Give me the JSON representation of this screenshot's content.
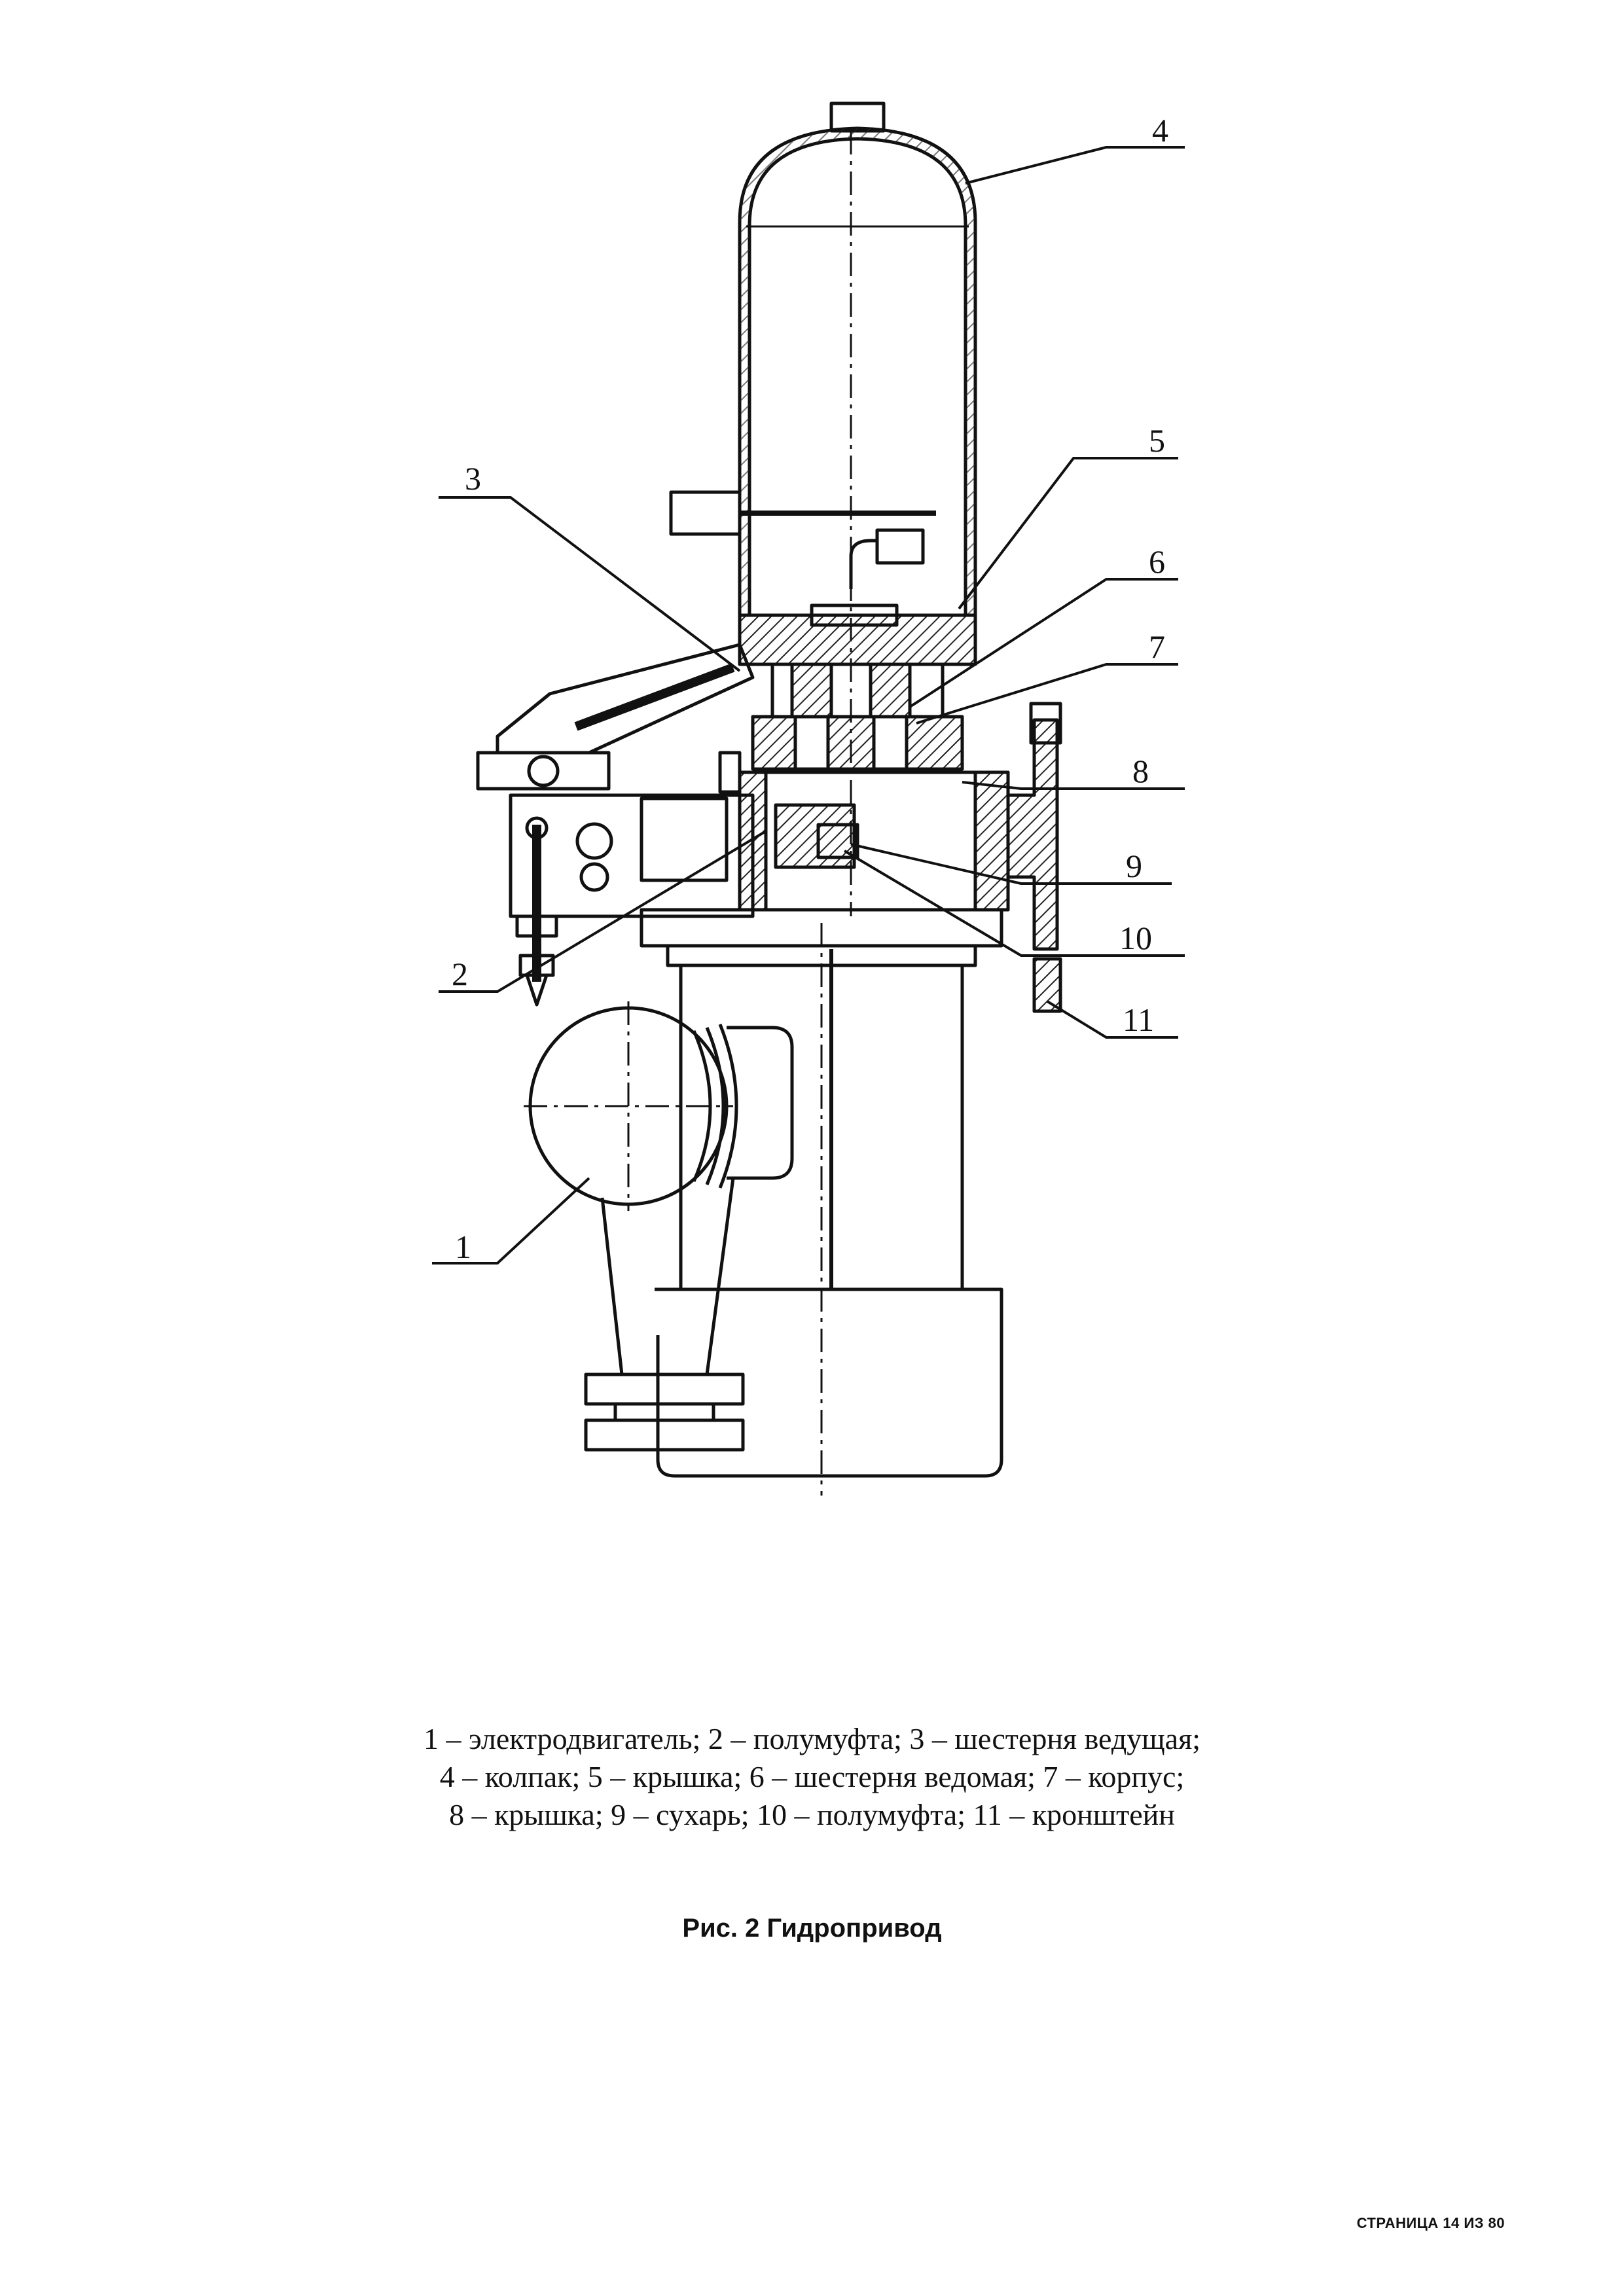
{
  "figure": {
    "callouts": [
      "1",
      "2",
      "3",
      "4",
      "5",
      "6",
      "7",
      "8",
      "9",
      "10",
      "11"
    ],
    "legend_lines": [
      "1 – электродвигатель;  2 – полумуфта;  3 – шестерня ведущая;",
      "4 – колпак; 5 – крышка; 6 – шестерня ведомая; 7 – корпус;",
      "8 – крышка;  9 – сухарь; 10 – полумуфта;  11 – кронштейн"
    ],
    "title": "Рис. 2  Гидропривод"
  },
  "footer": {
    "page_label": "СТРАНИЦА 14 ИЗ 80"
  }
}
